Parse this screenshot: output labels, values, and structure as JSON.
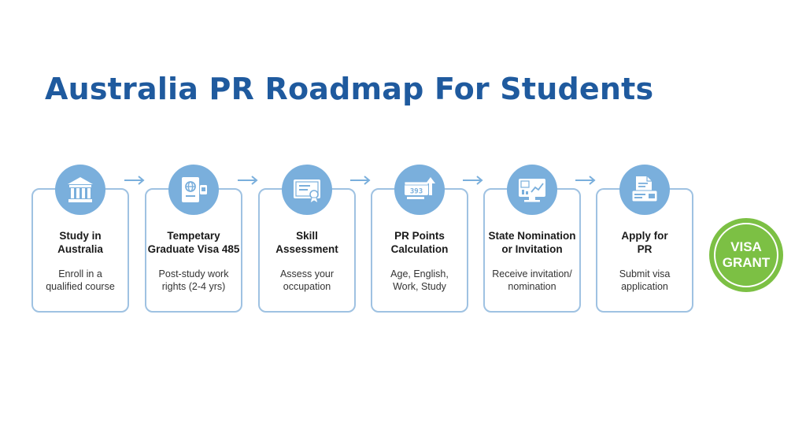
{
  "title": "Australia PR Roadmap For Students",
  "steps": [
    {
      "icon": "university-icon",
      "title_line1": "Study in",
      "title_line2": "Australia",
      "desc_line1": "Enroll in a",
      "desc_line2": "qualified course"
    },
    {
      "icon": "passport-icon",
      "title_line1": "Tempetary",
      "title_line2": "Graduate Visa 485",
      "desc_line1": "Post-study work",
      "desc_line2": "rights (2-4 yrs)"
    },
    {
      "icon": "certificate-icon",
      "title_line1": "Skill",
      "title_line2": "Assessment",
      "desc_line1": "Assess your",
      "desc_line2": "occupation"
    },
    {
      "icon": "points-calculator-icon",
      "title_line1": "PR Points",
      "title_line2": "Calculation",
      "desc_line1": "Age, English,",
      "desc_line2": "Work, Study"
    },
    {
      "icon": "monitor-chart-icon",
      "title_line1": "State Nomination",
      "title_line2": "or Invitation",
      "desc_line1": "Receive invitation/",
      "desc_line2": "nomination"
    },
    {
      "icon": "application-form-icon",
      "title_line1": "Apply for",
      "title_line2": "PR",
      "desc_line1": "Submit visa",
      "desc_line2": "application"
    }
  ],
  "calc_icon_text": "393",
  "visa_grant": {
    "line1": "VISA",
    "line2": "GRANT"
  },
  "colors": {
    "title": "#1f5a9e",
    "card_border": "#9fc2e2",
    "icon_circle": "#7aafdc",
    "arrow": "#7aafdc",
    "visa_badge": "#7cc044"
  }
}
